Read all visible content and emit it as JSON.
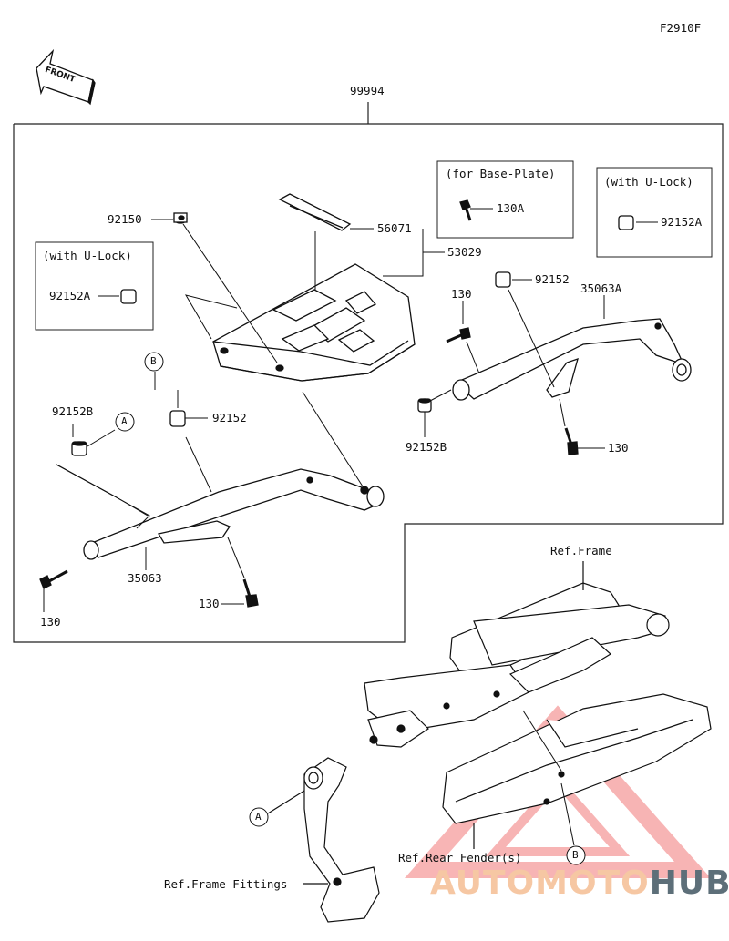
{
  "diagram_code": "F2910F",
  "front_label": "FRONT",
  "assembly_number": "99994",
  "boxes": {
    "base_plate_note": "(for Base-Plate)",
    "u_lock_note_right": "(with U-Lock)",
    "u_lock_note_left": "(with U-Lock)"
  },
  "parts": {
    "p92150": "92150",
    "p56071": "56071",
    "p53029": "53029",
    "p130A": "130A",
    "p92152A_right": "92152A",
    "p92152A_left": "92152A",
    "p130_upper": "130",
    "p92152_right": "92152",
    "p35063A": "35063A",
    "p92152B_right": "92152B",
    "p130_right": "130",
    "p92152_left": "92152",
    "p92152B_left": "92152B",
    "p35063": "35063",
    "p130_lower_mid": "130",
    "p130_lower_left": "130"
  },
  "callouts": {
    "a_upper": "A",
    "b_upper": "B",
    "a_lower": "A",
    "b_lower": "B"
  },
  "references": {
    "frame": "Ref.Frame",
    "rear_fender": "Ref.Rear Fender(s)",
    "frame_fittings": "Ref.Frame Fittings"
  },
  "watermark": {
    "part1": "AUTOMOTO",
    "part2": "HUB",
    "accent_color": "#f08a4b",
    "secondary_color": "#5d6f79"
  }
}
